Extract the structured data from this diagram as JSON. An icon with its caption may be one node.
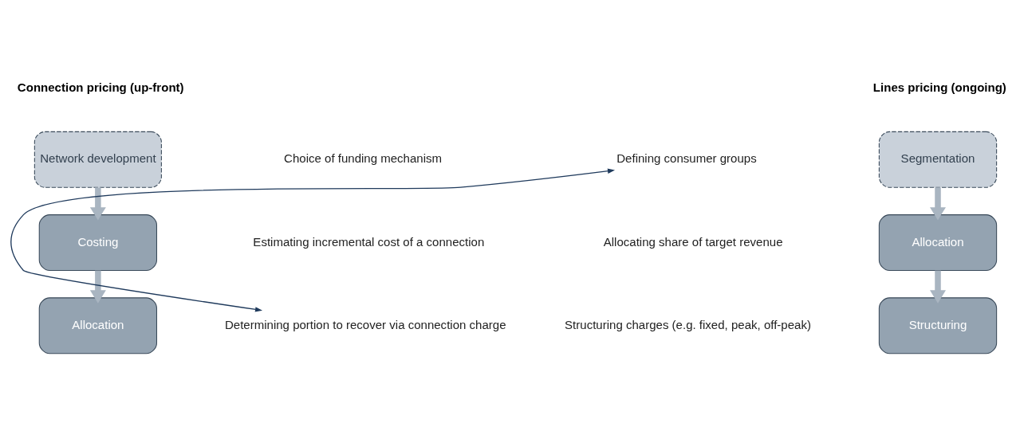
{
  "diagram": {
    "nodes": [
      {
        "text": [
          "Network development"
        ]
      },
      {
        "text": [
          "Choice of funding mechanism"
        ]
      },
      {
        "text": [
          "Defining consumer groups"
        ]
      },
      {
        "text": [
          "Segmentation"
        ]
      },
      {
        "text": [
          "Costing"
        ]
      },
      {
        "text": [
          "Estimating incremental cost of a connection"
        ]
      },
      {
        "text": [
          "Allocating share of target revenue"
        ]
      },
      {
        "text": [
          "Allocation"
        ]
      },
      {
        "text": [
          "Allocation"
        ]
      },
      {
        "text": [
          "Determining portion to recover via connection charge"
        ]
      },
      {
        "text": [
          "Structuring charges (e.g. fixed, peak, off-peak)"
        ]
      },
      {
        "text": [
          "Structuring"
        ]
      }
    ],
    "edges": [
      {
        "from": 0,
        "to": 4,
        "arrow": "to"
      },
      {
        "from": 4,
        "to": 8,
        "arrow": "to"
      },
      {
        "from": 3,
        "to": 7,
        "arrow": "to"
      },
      {
        "from": 7,
        "to": 11,
        "arrow": "to"
      },
      {
        "from": 9,
        "to": 2,
        "arrow": "both",
        "color": "#1f3a5c"
      }
    ],
    "labels": [
      "Connection pricing (up-front)",
      "Lines pricing (ongoing)"
    ]
  }
}
